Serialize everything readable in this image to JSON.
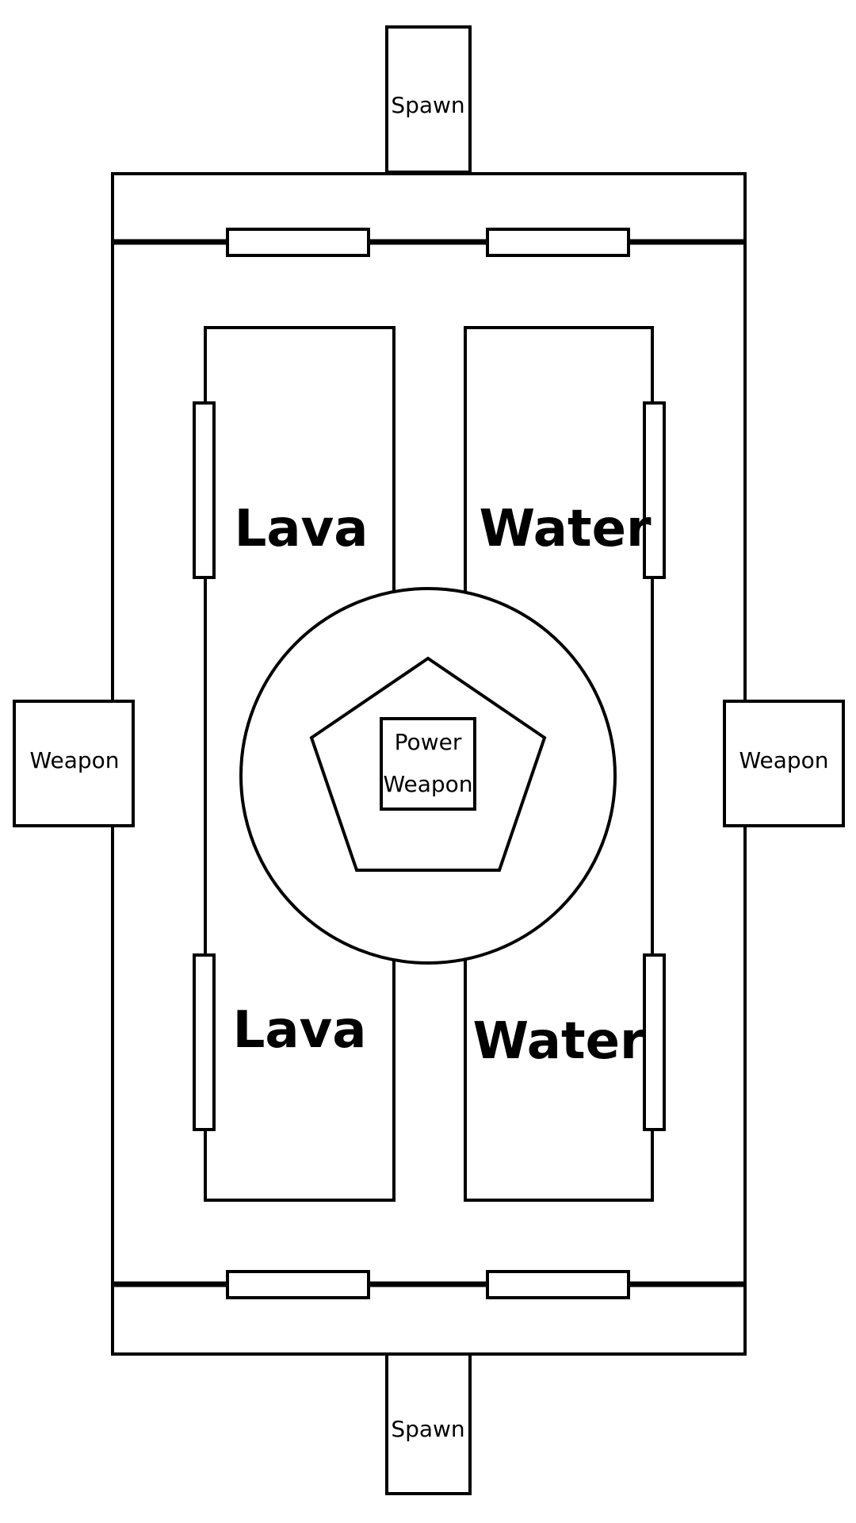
{
  "labels": {
    "spawn_top": "Spawn",
    "spawn_bottom": "Spawn",
    "weapon_left": "Weapon",
    "weapon_right": "Weapon",
    "lava_top": "Lava",
    "lava_bottom": "Lava",
    "water_top": "Water",
    "water_bottom": "Water",
    "power_weapon_line1": "Power",
    "power_weapon_line2": "Weapon"
  },
  "colors": {
    "stroke": "#000000",
    "background": "#ffffff"
  }
}
